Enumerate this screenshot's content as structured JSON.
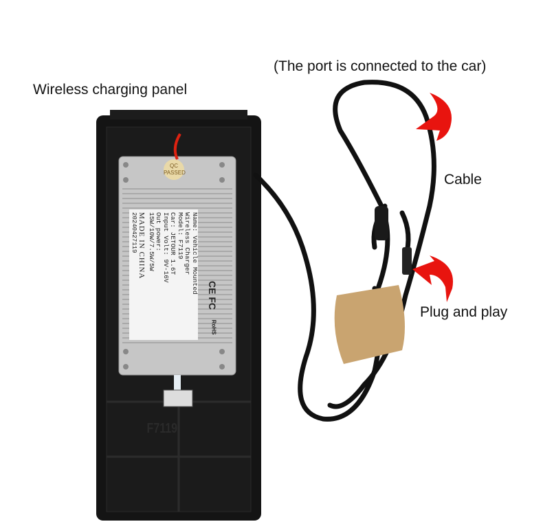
{
  "captions": {
    "panel": "Wireless charging panel",
    "port": "(The port is connected to the car)",
    "cable": "Cable",
    "plug": "Plug and play"
  },
  "product_label": {
    "lines": [
      "Name: Vehicle Mounted",
      "Wireless Charger",
      "Model: F7119",
      "Car: JETOUR 1.6T",
      "Input Volt: 9V-16V",
      "Out power:",
      "15W/10W/7.5W/5W"
    ],
    "made_in": "MADE IN CHINA",
    "serial": "20240427119",
    "cert_marks": "CE FC",
    "rohs": "RoHS"
  },
  "qc_sticker": "QC PASSED",
  "mold_text": "F7119",
  "colors": {
    "arrow": "#e8140f",
    "panel": "#141414",
    "module": "#c9c9c9",
    "tag": "#c9a470"
  }
}
